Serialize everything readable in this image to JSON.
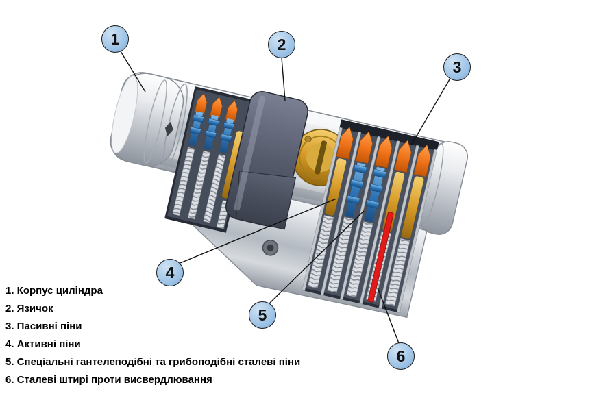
{
  "diagram": {
    "callouts": [
      {
        "number": "1"
      },
      {
        "number": "2"
      },
      {
        "number": "3"
      },
      {
        "number": "4"
      },
      {
        "number": "5"
      },
      {
        "number": "6"
      }
    ],
    "legend": [
      "1. Корпус циліндра",
      "2. Язичок",
      "3. Пасивні піни",
      "4. Активні піни",
      "5. Спеціальні гантелеподібні та грибоподібні сталеві піни",
      "6. Сталеві штирі проти висвердлювання"
    ],
    "colors": {
      "callout_fill": "#9dc3e6",
      "passive_pin_orange": "#f07318",
      "active_pin_gold": "#d89b28",
      "spool_pin_blue": "#2f77b8",
      "anti_drill_red": "#e21a1a",
      "cam_gray": "#555b6b",
      "body_silver": "#c7ccd2"
    }
  }
}
